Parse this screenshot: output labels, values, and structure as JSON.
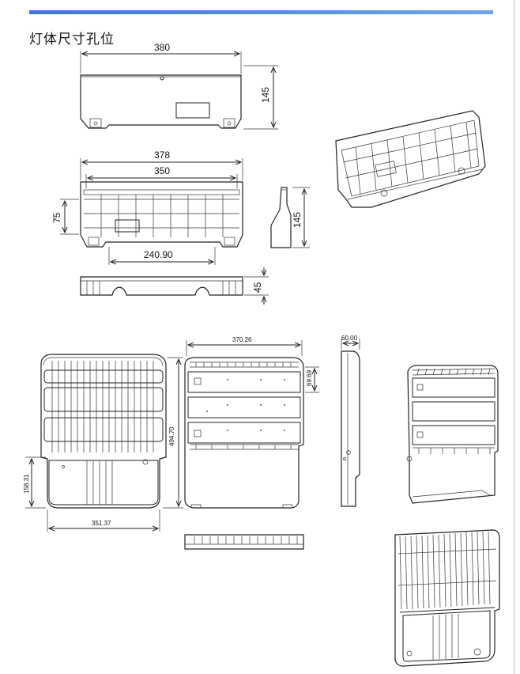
{
  "header": {
    "title": "灯体尺寸孔位"
  },
  "dimensions": {
    "top_width": "380",
    "top_height": "145",
    "mid_outer_width": "378",
    "mid_inner_width": "350",
    "mid_height": "75",
    "mid_hole_spacing": "240.90",
    "side_height": "145",
    "bottom_depth": "45",
    "panel_width": "370.26",
    "panel_rail": "69.69",
    "panel_depth": "60.00",
    "overall_height": "494.70",
    "bracket_height": "158.31",
    "bracket_width": "351.37"
  }
}
